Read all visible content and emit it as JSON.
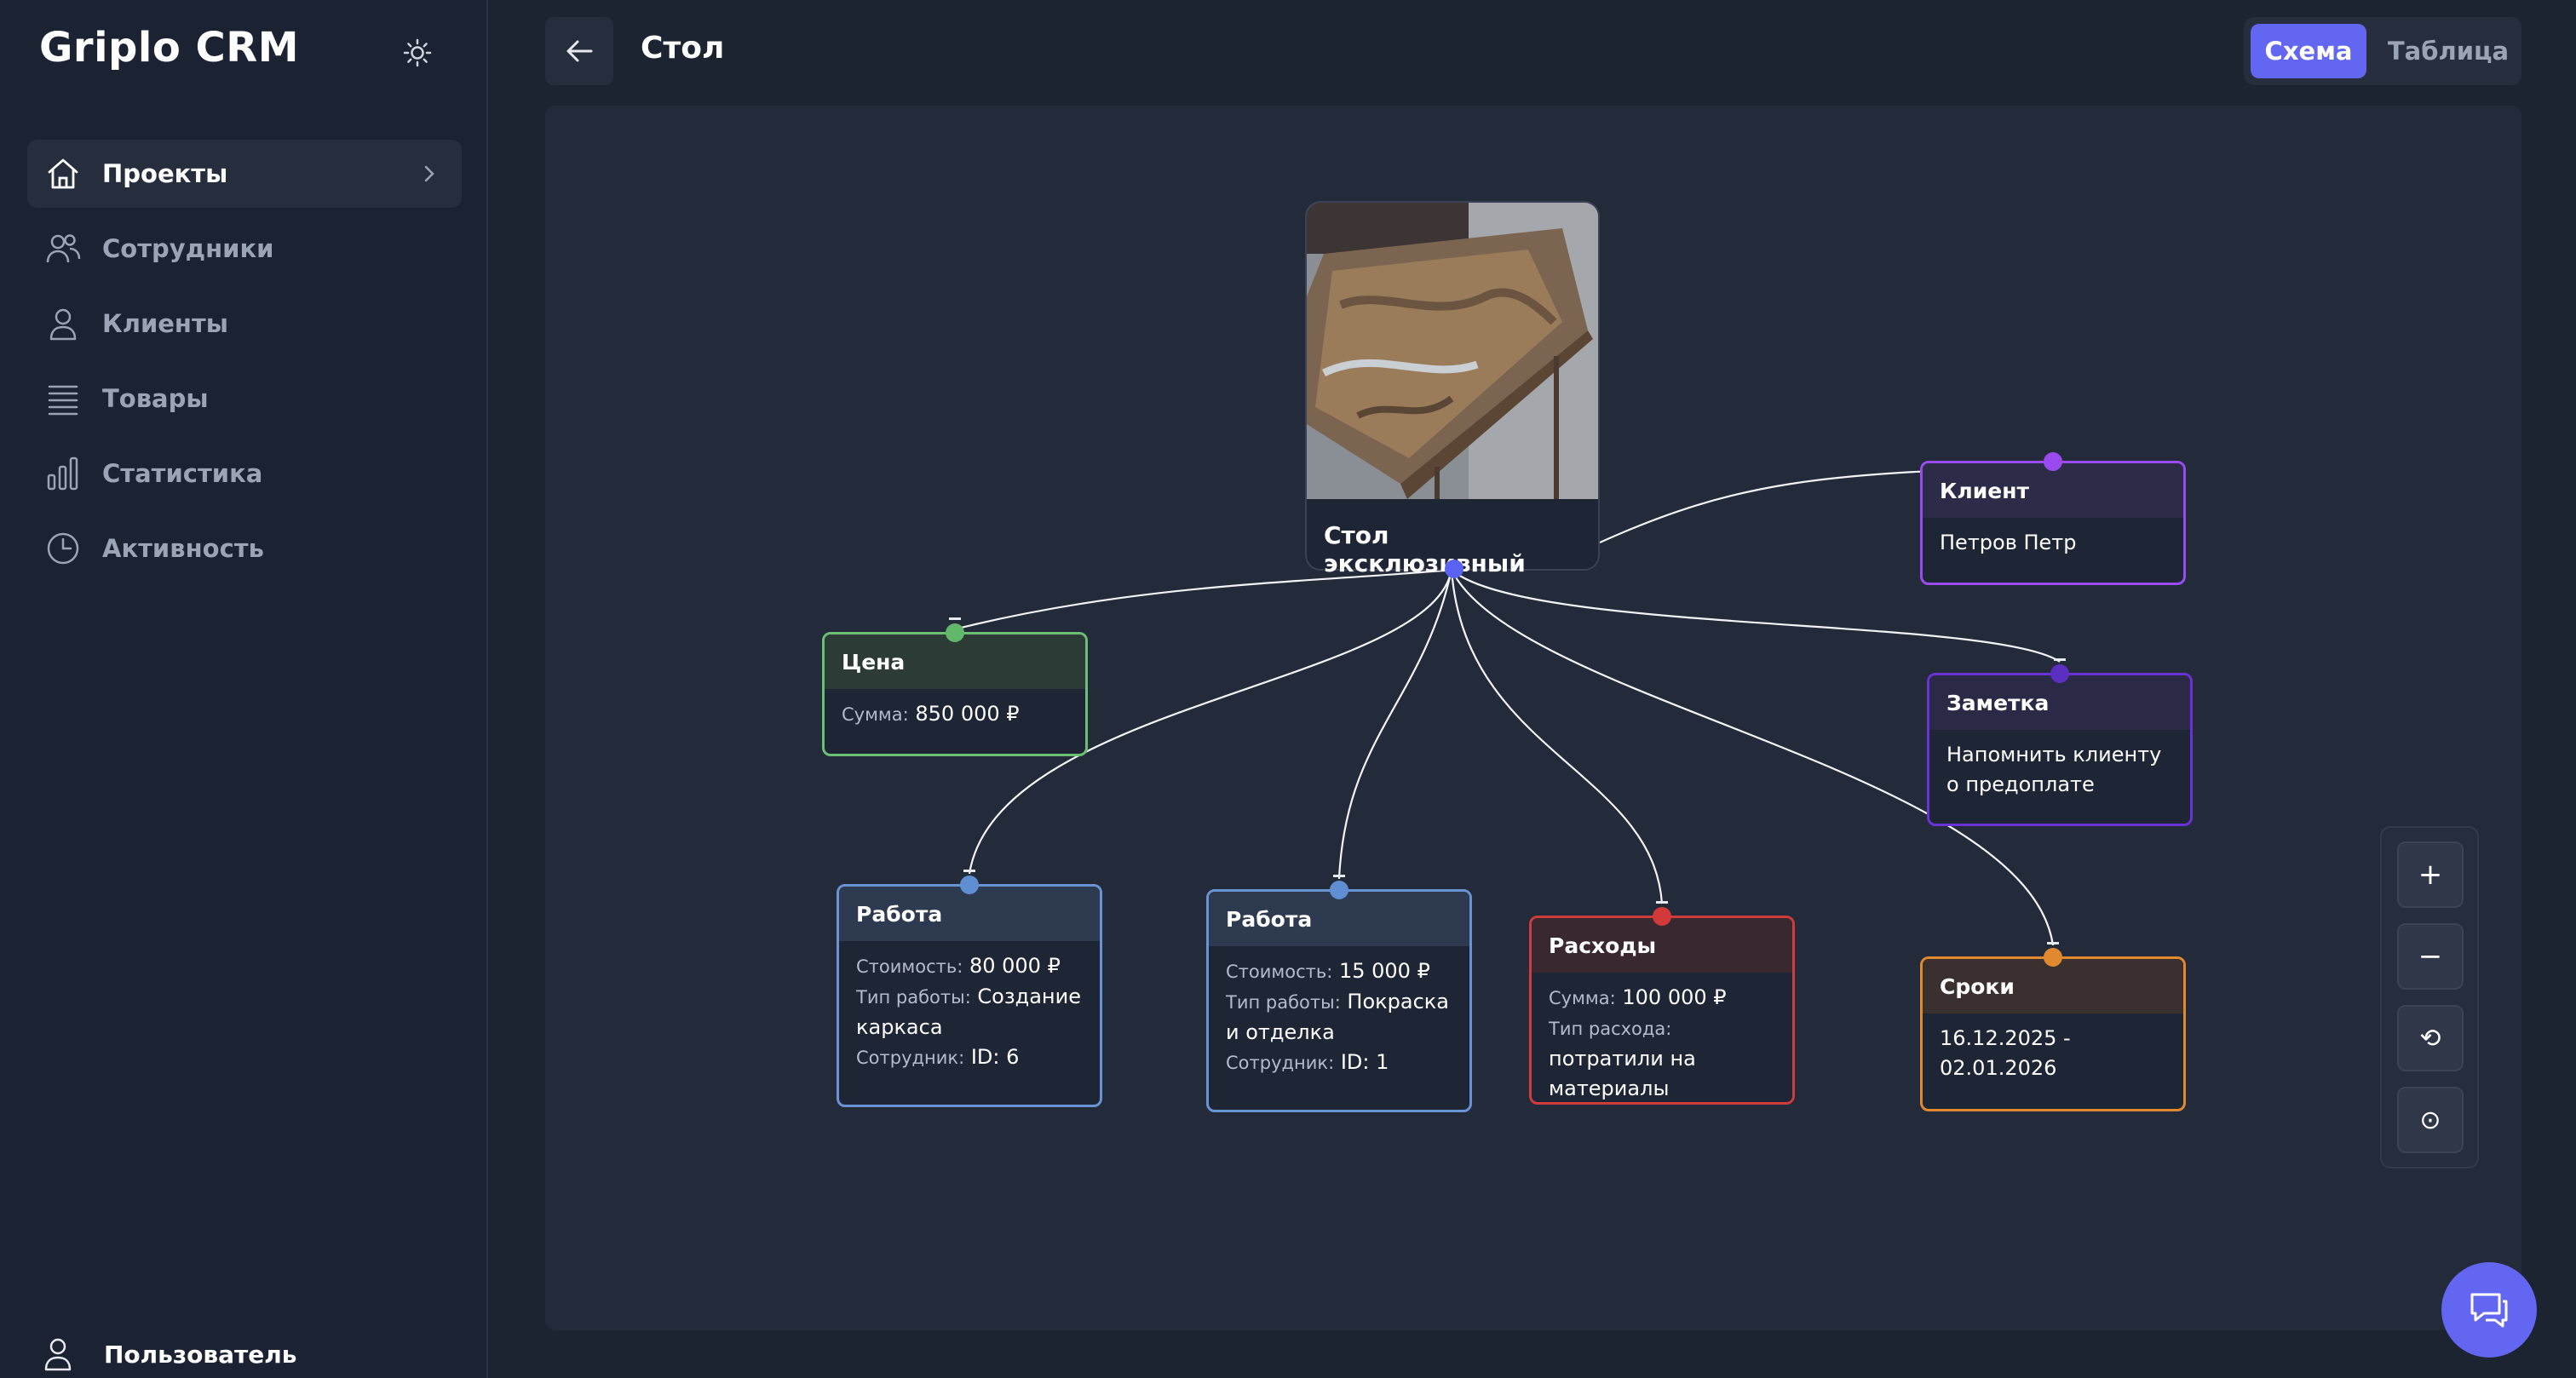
{
  "app": {
    "brand": "Griplo CRM"
  },
  "sidebar": {
    "items": [
      {
        "label": "Проекты",
        "icon": "home-icon",
        "active": true
      },
      {
        "label": "Сотрудники",
        "icon": "users-icon"
      },
      {
        "label": "Клиенты",
        "icon": "user-icon"
      },
      {
        "label": "Товары",
        "icon": "list-icon"
      },
      {
        "label": "Статистика",
        "icon": "bar-chart-icon"
      },
      {
        "label": "Активность",
        "icon": "clock-icon"
      }
    ],
    "user_label": "Пользователь"
  },
  "header": {
    "title": "Стол",
    "tabs": [
      {
        "label": "Схема",
        "active": true
      },
      {
        "label": "Таблица",
        "active": false
      }
    ]
  },
  "schema": {
    "main": {
      "title": "Стол эксклюзивный"
    },
    "price": {
      "title": "Цена",
      "sum_key": "Сумма:",
      "sum_val": "850 000 ₽"
    },
    "client": {
      "title": "Клиент",
      "name": "Петров Петр"
    },
    "note": {
      "title": "Заметка",
      "text": "Напомнить клиенту о предоплате"
    },
    "work1": {
      "title": "Работа",
      "cost_key": "Стоимость:",
      "cost_val": "80 000 ₽",
      "type_key": "Тип работы:",
      "type_val": "Создание каркаса",
      "emp_key": "Сотрудник:",
      "emp_val": "ID: 6"
    },
    "work2": {
      "title": "Работа",
      "cost_key": "Стоимость:",
      "cost_val": "15 000 ₽",
      "type_key": "Тип работы:",
      "type_val": "Покраска и отделка",
      "emp_key": "Сотрудник:",
      "emp_val": "ID: 1"
    },
    "expense": {
      "title": "Расходы",
      "sum_key": "Сумма:",
      "sum_val": "100 000 ₽",
      "type_key": "Тип расхода:",
      "type_val": "потратили на материалы"
    },
    "deadline": {
      "title": "Сроки",
      "range": "16.12.2025 - 02.01.2026"
    }
  },
  "zoom": {
    "zoom_in": "+",
    "zoom_out": "−",
    "reset": "⟲",
    "fit": "⊙"
  },
  "colors": {
    "accent": "#6366f1",
    "price": "#6cbf73",
    "client": "#9a4bf0",
    "note": "#6a32d6",
    "work": "#6a93d6",
    "expense": "#d03b3b",
    "deadline": "#e0892f"
  }
}
